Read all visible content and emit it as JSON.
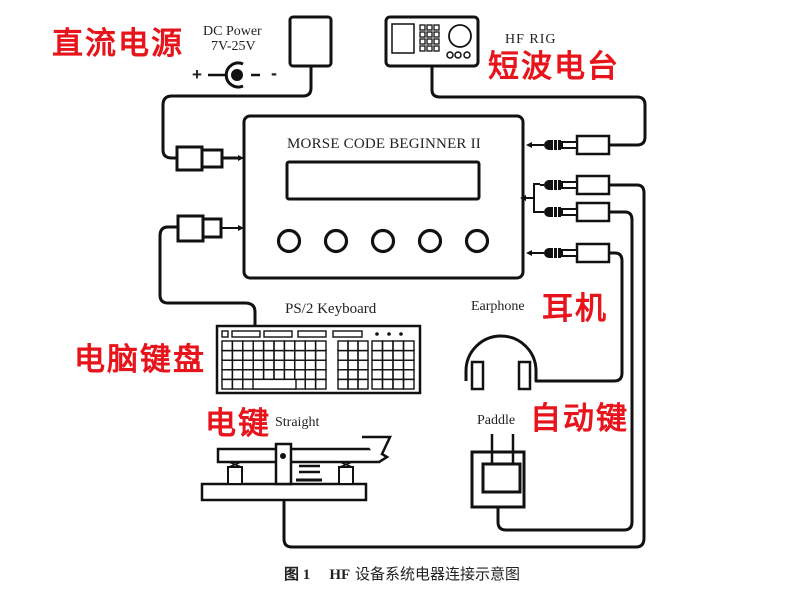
{
  "diagram": {
    "device": {
      "title": "MORSE CODE BEGINNER II",
      "knob_count": 5
    },
    "components": {
      "dc_power": {
        "label_cn": "直流电源",
        "label_en": "DC Power",
        "spec": "7V-25V",
        "polarity_plus": "+",
        "polarity_minus": "-"
      },
      "hf_rig": {
        "label_cn": "短波电台",
        "label_en": "HF RIG"
      },
      "keyboard": {
        "label_cn": "电脑键盘",
        "label_en": "PS/2 Keyboard"
      },
      "earphone": {
        "label_cn": "耳机",
        "label_en": "Earphone"
      },
      "straight_key": {
        "label_cn": "电键",
        "label_en": "Straight"
      },
      "paddle": {
        "label_cn": "自动键",
        "label_en": "Paddle"
      }
    },
    "caption": {
      "prefix": "图 1",
      "bold": "HF",
      "text": "设备系统电器连接示意图"
    },
    "colors": {
      "label_cn": "#e8141b",
      "line": "#111111"
    }
  }
}
